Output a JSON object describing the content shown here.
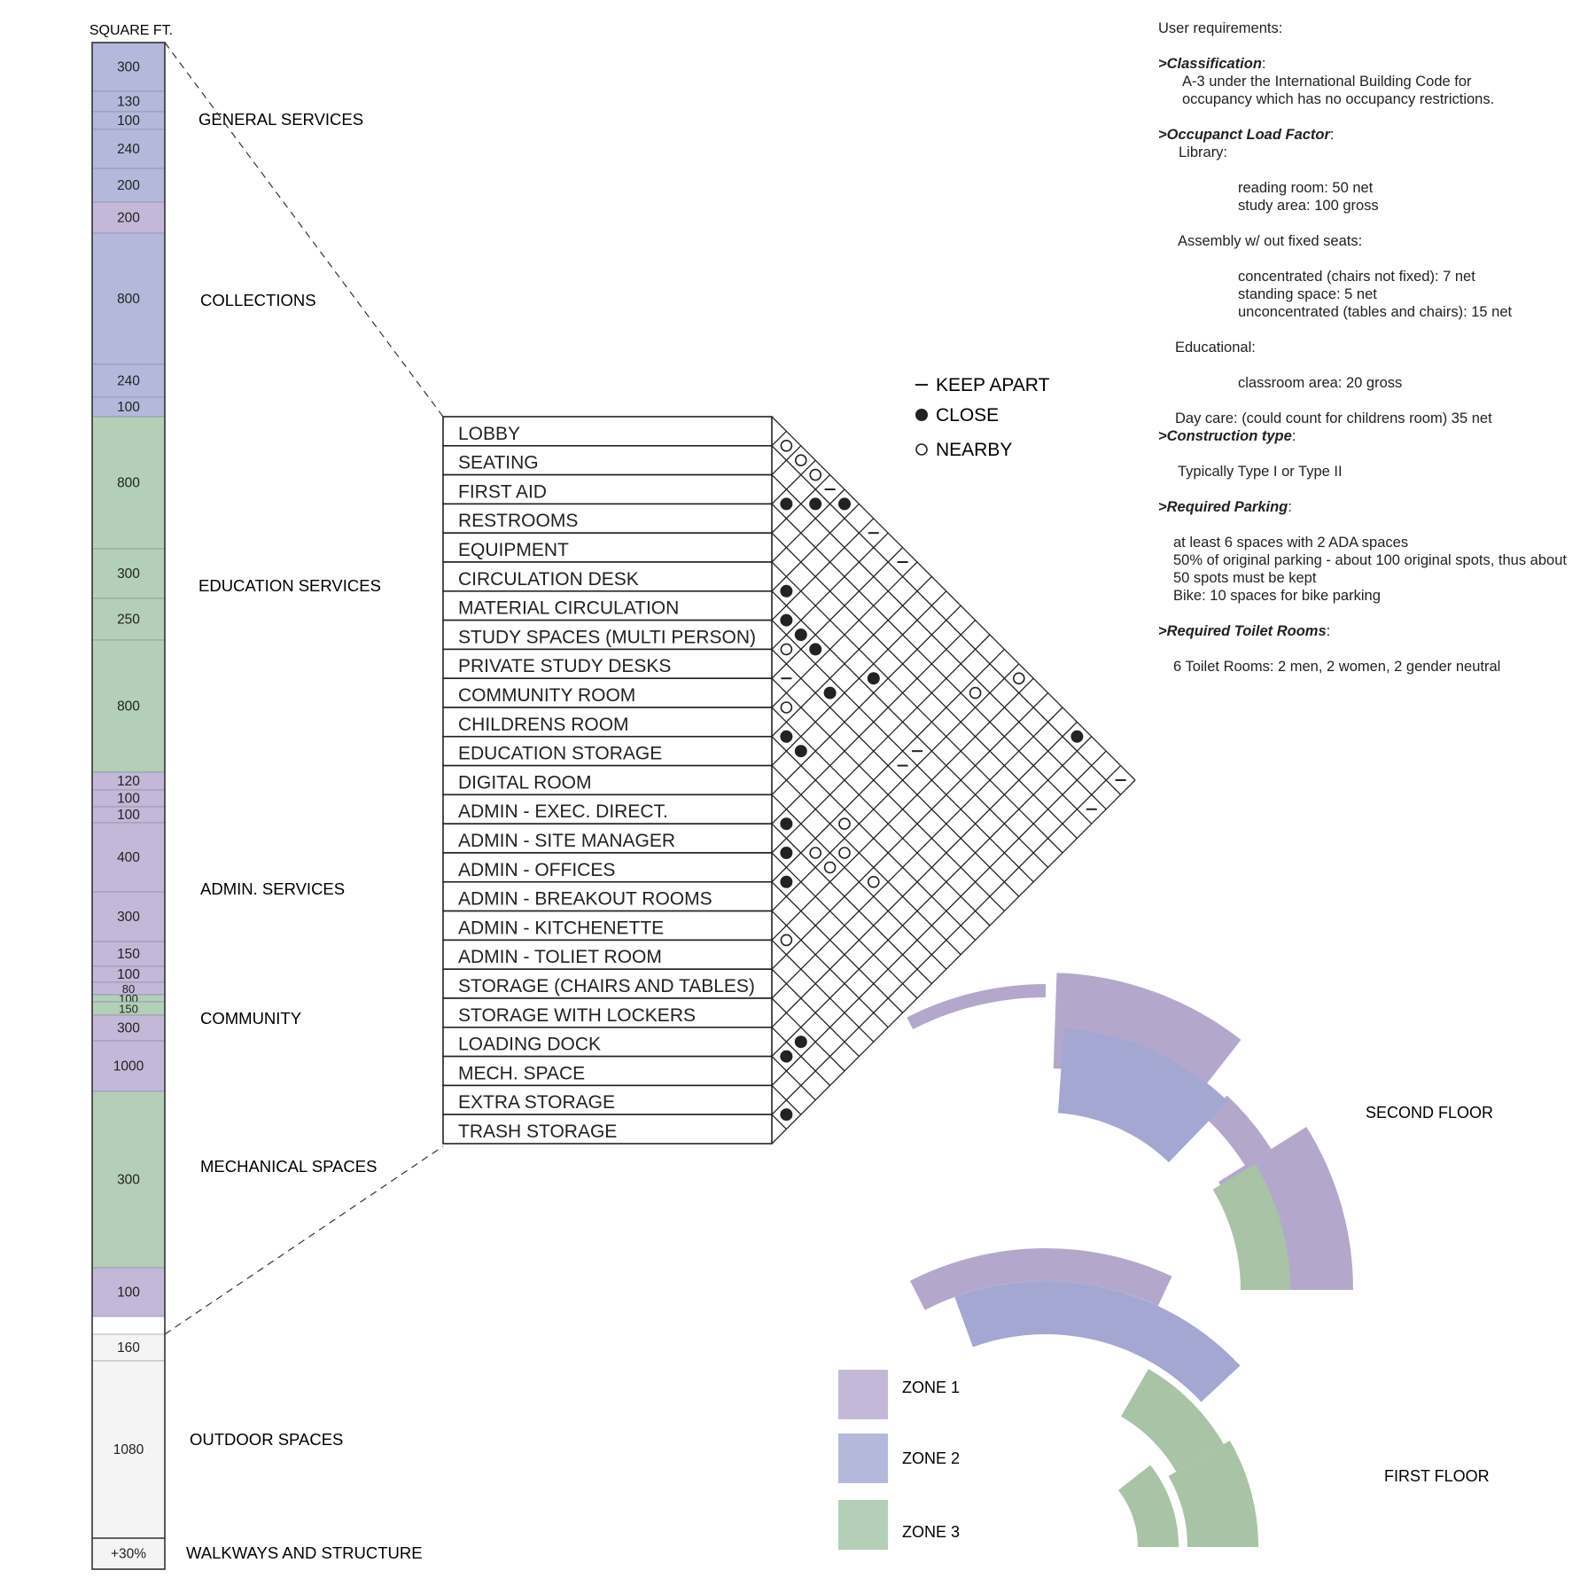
{
  "area_column": {
    "header": "SQUARE FT.",
    "blocks": [
      {
        "value": "300",
        "zone": 2
      },
      {
        "value": "130",
        "zone": 2
      },
      {
        "value": "100",
        "zone": 2
      },
      {
        "value": "240",
        "zone": 2
      },
      {
        "value": "200",
        "zone": 2
      },
      {
        "value": "200",
        "zone": 1
      },
      {
        "value": "800",
        "zone": 2
      },
      {
        "value": "240",
        "zone": 2
      },
      {
        "value": "100",
        "zone": 2
      },
      {
        "value": "800",
        "zone": 3
      },
      {
        "value": "300",
        "zone": 3
      },
      {
        "value": "250",
        "zone": 3
      },
      {
        "value": "800",
        "zone": 3
      },
      {
        "value": "120",
        "zone": 1
      },
      {
        "value": "100",
        "zone": 1
      },
      {
        "value": "100",
        "zone": 1
      },
      {
        "value": "400",
        "zone": 1
      },
      {
        "value": "300",
        "zone": 1
      },
      {
        "value": "150",
        "zone": 1
      },
      {
        "value": "100",
        "zone": 1
      },
      {
        "value": "80",
        "zone": 1
      },
      {
        "value": "100",
        "zone": 3
      },
      {
        "value": "150",
        "zone": 3
      },
      {
        "value": "300",
        "zone": 1
      },
      {
        "value": "1000",
        "zone": 1
      },
      {
        "value": "300",
        "zone": 3
      },
      {
        "value": "100",
        "zone": 1
      },
      {
        "value": "160",
        "zone": 0
      },
      {
        "value": "1080",
        "zone": 0
      },
      {
        "value": "+30%",
        "zone": 0
      }
    ],
    "groups": [
      "GENERAL SERVICES",
      "COLLECTIONS",
      "EDUCATION SERVICES",
      "ADMIN. SERVICES",
      "COMMUNITY",
      "MECHANICAL SPACES",
      "OUTDOOR SPACES",
      "WALKWAYS AND STRUCTURE"
    ]
  },
  "adjacency_matrix": {
    "rooms": [
      "LOBBY",
      "SEATING",
      "FIRST AID",
      "RESTROOMS",
      "EQUIPMENT",
      "CIRCULATION DESK",
      "MATERIAL CIRCULATION",
      "STUDY SPACES (MULTI PERSON)",
      "PRIVATE STUDY DESKS",
      "COMMUNITY ROOM",
      "CHILDRENS ROOM",
      "EDUCATION STORAGE",
      "DIGITAL ROOM",
      "ADMIN - EXEC. DIRECT.",
      "ADMIN - SITE MANAGER",
      "ADMIN - OFFICES",
      "ADMIN - BREAKOUT ROOMS",
      "ADMIN - KITCHENETTE",
      "ADMIN - TOLIET ROOM",
      "STORAGE (CHAIRS AND TABLES)",
      "STORAGE WITH LOCKERS",
      "LOADING DOCK",
      "MECH. SPACE",
      "EXTRA STORAGE",
      "TRASH STORAGE"
    ],
    "relations": [
      {
        "a": 1,
        "b": 2,
        "type": "nearby"
      },
      {
        "a": 1,
        "b": 3,
        "type": "nearby"
      },
      {
        "a": 1,
        "b": 4,
        "type": "nearby"
      },
      {
        "a": 1,
        "b": 5,
        "type": "apart"
      },
      {
        "a": 1,
        "b": 6,
        "type": "close"
      },
      {
        "a": 1,
        "b": 8,
        "type": "apart"
      },
      {
        "a": 1,
        "b": 10,
        "type": "apart"
      },
      {
        "a": 1,
        "b": 18,
        "type": "nearby"
      },
      {
        "a": 1,
        "b": 22,
        "type": "close"
      },
      {
        "a": 1,
        "b": 25,
        "type": "apart"
      },
      {
        "a": 2,
        "b": 5,
        "type": "close"
      },
      {
        "a": 3,
        "b": 4,
        "type": "close"
      },
      {
        "a": 3,
        "b": 17,
        "type": "nearby"
      },
      {
        "a": 3,
        "b": 25,
        "type": "apart"
      },
      {
        "a": 6,
        "b": 7,
        "type": "close"
      },
      {
        "a": 6,
        "b": 13,
        "type": "close"
      },
      {
        "a": 7,
        "b": 8,
        "type": "close"
      },
      {
        "a": 7,
        "b": 9,
        "type": "close"
      },
      {
        "a": 7,
        "b": 10,
        "type": "close"
      },
      {
        "a": 7,
        "b": 17,
        "type": "apart"
      },
      {
        "a": 8,
        "b": 9,
        "type": "nearby"
      },
      {
        "a": 8,
        "b": 12,
        "type": "close"
      },
      {
        "a": 8,
        "b": 17,
        "type": "apart"
      },
      {
        "a": 9,
        "b": 10,
        "type": "apart"
      },
      {
        "a": 10,
        "b": 11,
        "type": "nearby"
      },
      {
        "a": 11,
        "b": 12,
        "type": "close"
      },
      {
        "a": 11,
        "b": 13,
        "type": "close"
      },
      {
        "a": 12,
        "b": 17,
        "type": "nearby"
      },
      {
        "a": 13,
        "b": 18,
        "type": "nearby"
      },
      {
        "a": 13,
        "b": 20,
        "type": "nearby"
      },
      {
        "a": 14,
        "b": 15,
        "type": "close"
      },
      {
        "a": 14,
        "b": 17,
        "type": "nearby"
      },
      {
        "a": 14,
        "b": 18,
        "type": "nearby"
      },
      {
        "a": 15,
        "b": 16,
        "type": "close"
      },
      {
        "a": 16,
        "b": 17,
        "type": "close"
      },
      {
        "a": 18,
        "b": 19,
        "type": "nearby"
      },
      {
        "a": 21,
        "b": 23,
        "type": "close"
      },
      {
        "a": 22,
        "b": 23,
        "type": "close"
      },
      {
        "a": 24,
        "b": 25,
        "type": "close"
      }
    ]
  },
  "legend": {
    "keep_apart": "KEEP APART",
    "close": "CLOSE",
    "nearby": "NEARBY",
    "zones": [
      {
        "label": "ZONE 1",
        "color": "#c4b8d8"
      },
      {
        "label": "ZONE 2",
        "color": "#b4b9dc"
      },
      {
        "label": "ZONE 3",
        "color": "#b3cfb8"
      }
    ]
  },
  "floors": {
    "second": "SECOND FLOOR",
    "first": "FIRST FLOOR",
    "colors": {
      "zone1": "#b3a8cc",
      "zone2": "#a4a7d2",
      "zone3": "#a9c3a6"
    }
  },
  "requirements": {
    "title": "User requirements:",
    "classification_head": ">Classification",
    "classification_text": [
      "A-3 under the International Building Code for",
      "occupancy which has no occupancy restrictions."
    ],
    "olf_head": ">Occupanct Load Factor",
    "library": "Library:",
    "library_items": [
      "reading room: 50 net",
      "study area: 100 gross"
    ],
    "assembly": "Assembly w/ out fixed seats:",
    "assembly_items": [
      "concentrated (chairs not fixed): 7 net",
      "standing space: 5 net",
      "unconcentrated (tables and chairs): 15 net"
    ],
    "educational": "Educational:",
    "educational_item": "classroom area: 20 gross",
    "daycare": "Day care: (could count for childrens room) 35 net",
    "construction_head": ">Construction type",
    "construction_text": "Typically Type I or Type II",
    "parking_head": ">Required Parking",
    "parking_items": [
      "at least 6 spaces with 2 ADA spaces",
      "50% of original parking - about 100 original spots, thus about",
      "50 spots must be kept",
      "Bike: 10 spaces for bike parking"
    ],
    "toilet_head": ">Required Toilet Rooms",
    "toilet_text": "6 Toilet Rooms: 2 men, 2 women, 2 gender neutral"
  }
}
